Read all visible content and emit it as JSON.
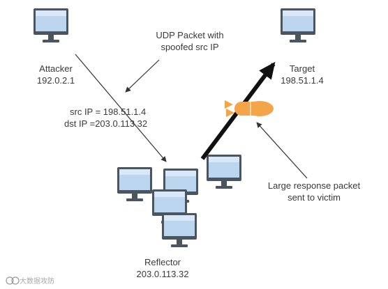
{
  "attacker": {
    "name": "Attacker",
    "ip": "192.0.2.1"
  },
  "target": {
    "name": "Target",
    "ip": "198.51.1.4"
  },
  "reflector": {
    "name": "Reflector",
    "ip": "203.0.113.32"
  },
  "udp_note": {
    "line1": "UDP Packet with",
    "line2": "spoofed src IP"
  },
  "packet_fields": {
    "src": "src IP = 198.51.1.4",
    "dst": "dst IP =203.0.113.32"
  },
  "response_note": {
    "line1": "Large response packet",
    "line2": "sent to victim"
  },
  "watermark": "大数据攻防",
  "colors": {
    "monitor_screen": "#bcd6f0",
    "monitor_frame": "#4a5560",
    "attack_arrow": "#111111",
    "packet_orange": "#f4a54a"
  },
  "icons": {
    "computer": "computer-monitor-icon",
    "packet": "packet-bomb-icon"
  }
}
